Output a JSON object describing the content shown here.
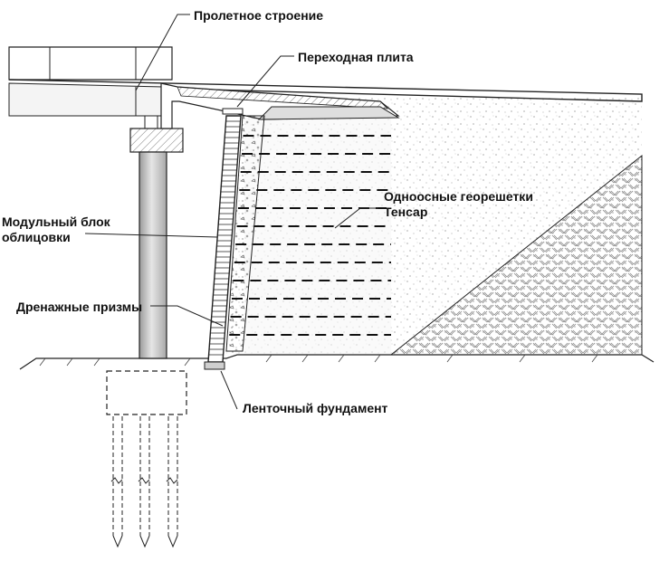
{
  "labels": {
    "superstructure": "Пролетное строение",
    "transition_slab": "Переходная плита",
    "geogrids_line1": "Одноосные георешетки",
    "geogrids_line2": "Тенсар",
    "facing_block_line1": "Модульный блок",
    "facing_block_line2": "облицовки",
    "drainage_prisms": "Дренажные призмы",
    "strip_footing": "Ленточный фундамент"
  },
  "colors": {
    "line": "#111111",
    "fill_light": "#f2f2f2",
    "fill_gray": "#bdbdbd",
    "background": "#ffffff"
  }
}
